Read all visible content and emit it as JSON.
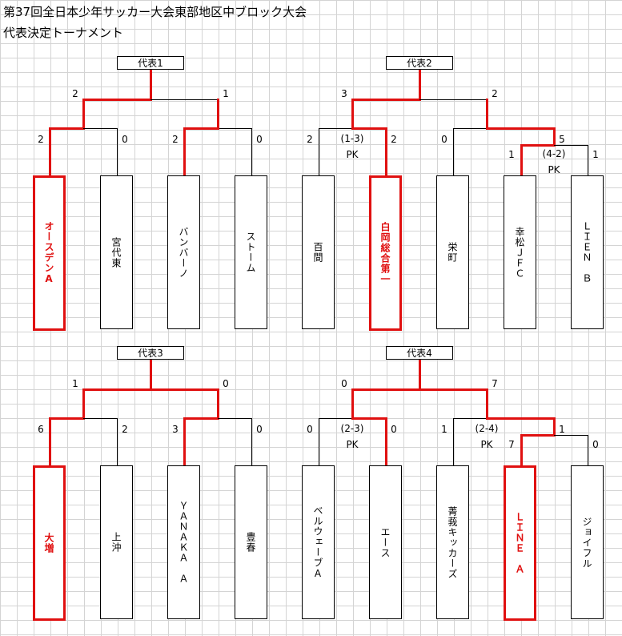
{
  "title_line1": "第37回全日本少年サッカー大会東部地区中ブロック大会",
  "title_line2": "代表決定トーナメント",
  "brackets": [
    {
      "label": "代表1",
      "teams": [
        "オースデンA",
        "宮代東",
        "バンバーノ",
        "ストーム"
      ],
      "scores": {
        "semi_left": "2",
        "semi_right": "1",
        "t1": "2",
        "t2": "0",
        "t3": "2",
        "t4": "0"
      }
    },
    {
      "label": "代表2",
      "teams": [
        "百間",
        "白岡総合第一",
        "栄町",
        "幸松ＪＦＣ",
        "ＬＩＥＮ　Ｂ"
      ],
      "scores": {
        "semi_left": "3",
        "semi_right": "2",
        "t1": "2",
        "t2": "2",
        "t3": "0",
        "sub_winner": "5",
        "t4": "1",
        "t5": "1"
      },
      "pk_left": {
        "score": "(1-3)",
        "label": "PK"
      },
      "pk_right": {
        "score": "(4-2)",
        "label": "PK"
      }
    },
    {
      "label": "代表3",
      "teams": [
        "大増",
        "上沖",
        "ＹＡＮＡＫＡ　Ａ",
        "豊春"
      ],
      "scores": {
        "semi_left": "1",
        "semi_right": "0",
        "t1": "6",
        "t2": "2",
        "t3": "3",
        "t4": "0"
      }
    },
    {
      "label": "代表4",
      "teams": [
        "ベルウェーブA",
        "エース",
        "菁莪キッカーズ",
        "ＬＩＮＥ　Ａ",
        "ジョイフル"
      ],
      "scores": {
        "semi_left": "0",
        "semi_right": "7",
        "t1": "0",
        "t2": "0",
        "t3": "1",
        "sub_winner": "1",
        "t4": "7",
        "t5": "0"
      },
      "pk_left": {
        "score": "(2-3)",
        "label": "PK"
      },
      "pk_right": {
        "score": "(2-4)",
        "label": "PK"
      }
    }
  ],
  "colors": {
    "winner": "#e01010",
    "line": "#000000",
    "grid": "#d4d4d4"
  }
}
